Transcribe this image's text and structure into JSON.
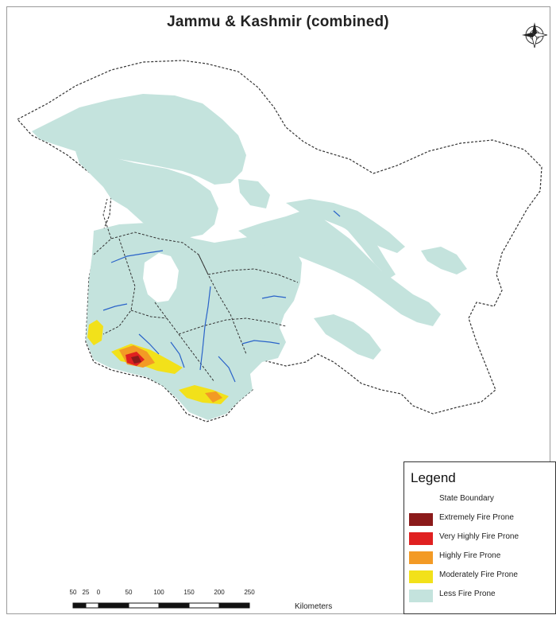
{
  "title": "Jammu & Kashmir (combined)",
  "legend": {
    "title": "Legend",
    "items": [
      {
        "label": "State Boundary",
        "color": "#ffffff"
      },
      {
        "label": "Extremely Fire Prone",
        "color": "#8b1a1a"
      },
      {
        "label": "Very Highly Fire Prone",
        "color": "#e02020"
      },
      {
        "label": "Highly Fire Prone",
        "color": "#f39a25"
      },
      {
        "label": "Moderately Fire Prone",
        "color": "#f2e11a"
      },
      {
        "label": "Less Fire Prone",
        "color": "#c4e3dd"
      }
    ]
  },
  "scale_bar": {
    "ticks": [
      "50",
      "25",
      "0",
      "50",
      "100",
      "150",
      "200",
      "250"
    ],
    "unit": "Kilometers"
  },
  "colors": {
    "less_fire_prone": "#c4e3dd",
    "boundary": "#333333",
    "river": "#2a63c9",
    "highly": "#f39a25",
    "moderately": "#f2e11a",
    "very_highly": "#e02020",
    "extremely": "#8b1a1a"
  },
  "icons": {
    "north_arrow": "compass-rose-icon"
  }
}
